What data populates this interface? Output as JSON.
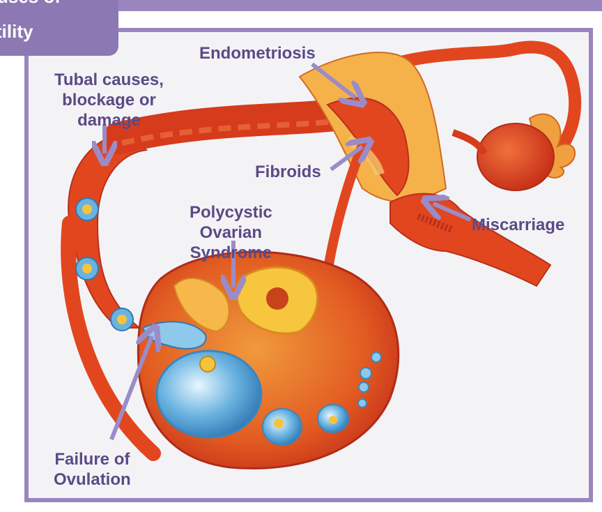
{
  "header_tab": {
    "line1": "uses of",
    "line2": "tility"
  },
  "labels": {
    "endometriosis": "Endometriosis",
    "tubal_line1": "Tubal causes,",
    "tubal_line2": "blockage or",
    "tubal_line3": "damage",
    "fibroids": "Fibroids",
    "pcos_line1": "Polycystic",
    "pcos_line2": "Ovarian",
    "pcos_line3": "Syndrome",
    "miscarriage": "Miscarriage",
    "ovulation_line1": "Failure of",
    "ovulation_line2": "Ovulation"
  },
  "colors": {
    "frame": "#9a86bf",
    "label_text": "#5b4a86",
    "arrow": "#9b8cc8",
    "tissue": "#e0421f",
    "tissue_light": "#f08a3c",
    "inner": "#f5c56a",
    "follicle": "#5aa6d6"
  }
}
